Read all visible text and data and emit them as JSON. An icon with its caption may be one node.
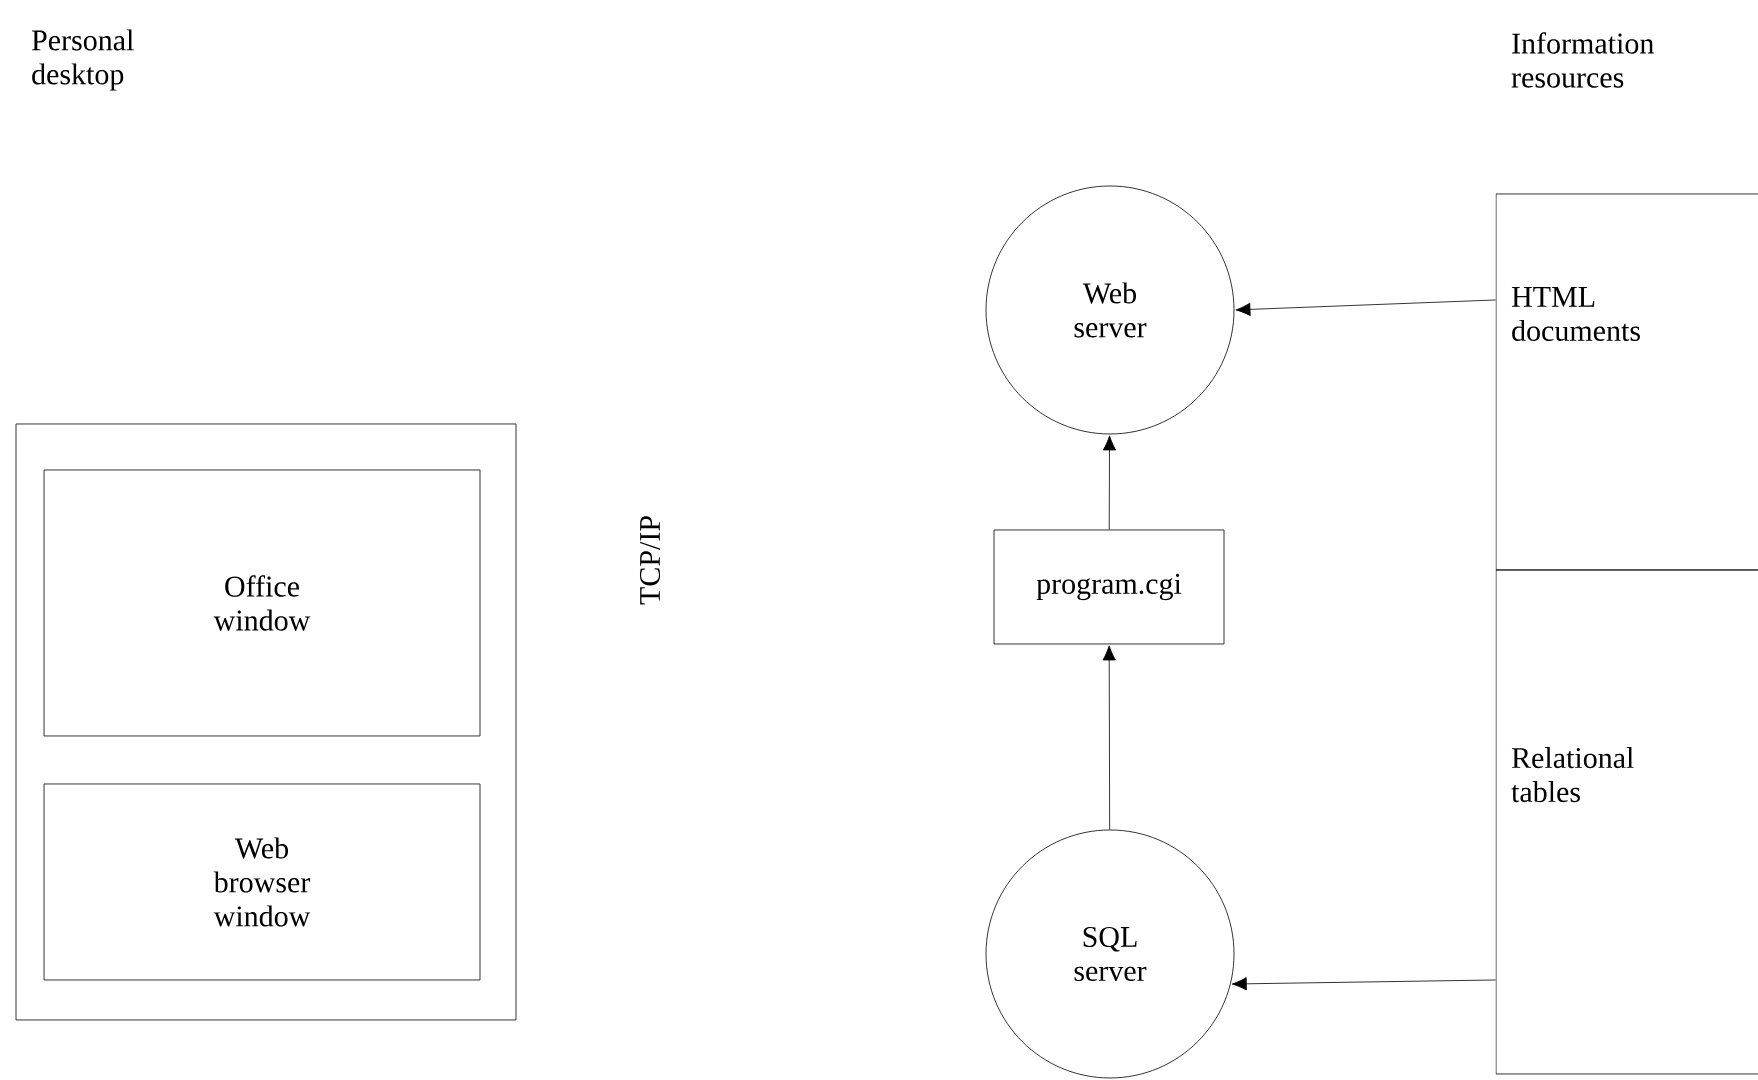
{
  "diagram": {
    "nodes": [
      {
        "text": [],
        "shape": "box"
      },
      {
        "text": [
          "Office window"
        ],
        "in": 0
      },
      {
        "text": [
          "Web browser window"
        ],
        "in": 0
      },
      {
        "text": [
          "Web server"
        ]
      },
      {
        "text": [
          "program.cgi"
        ]
      },
      {
        "text": [
          "SQL server"
        ]
      },
      {
        "text": [
          "HTML documents"
        ]
      },
      {
        "text": [
          "Relational tables"
        ]
      }
    ],
    "edges": [
      {
        "from": 6,
        "to": 3,
        "arrow": "to"
      },
      {
        "from": 4,
        "to": 3,
        "arrow": "to"
      },
      {
        "from": 5,
        "to": 4,
        "arrow": "to"
      },
      {
        "from": 7,
        "to": 5,
        "arrow": "to"
      }
    ],
    "labels": [
      "Personal desktop",
      "Information resources",
      "TCP/IP"
    ]
  }
}
